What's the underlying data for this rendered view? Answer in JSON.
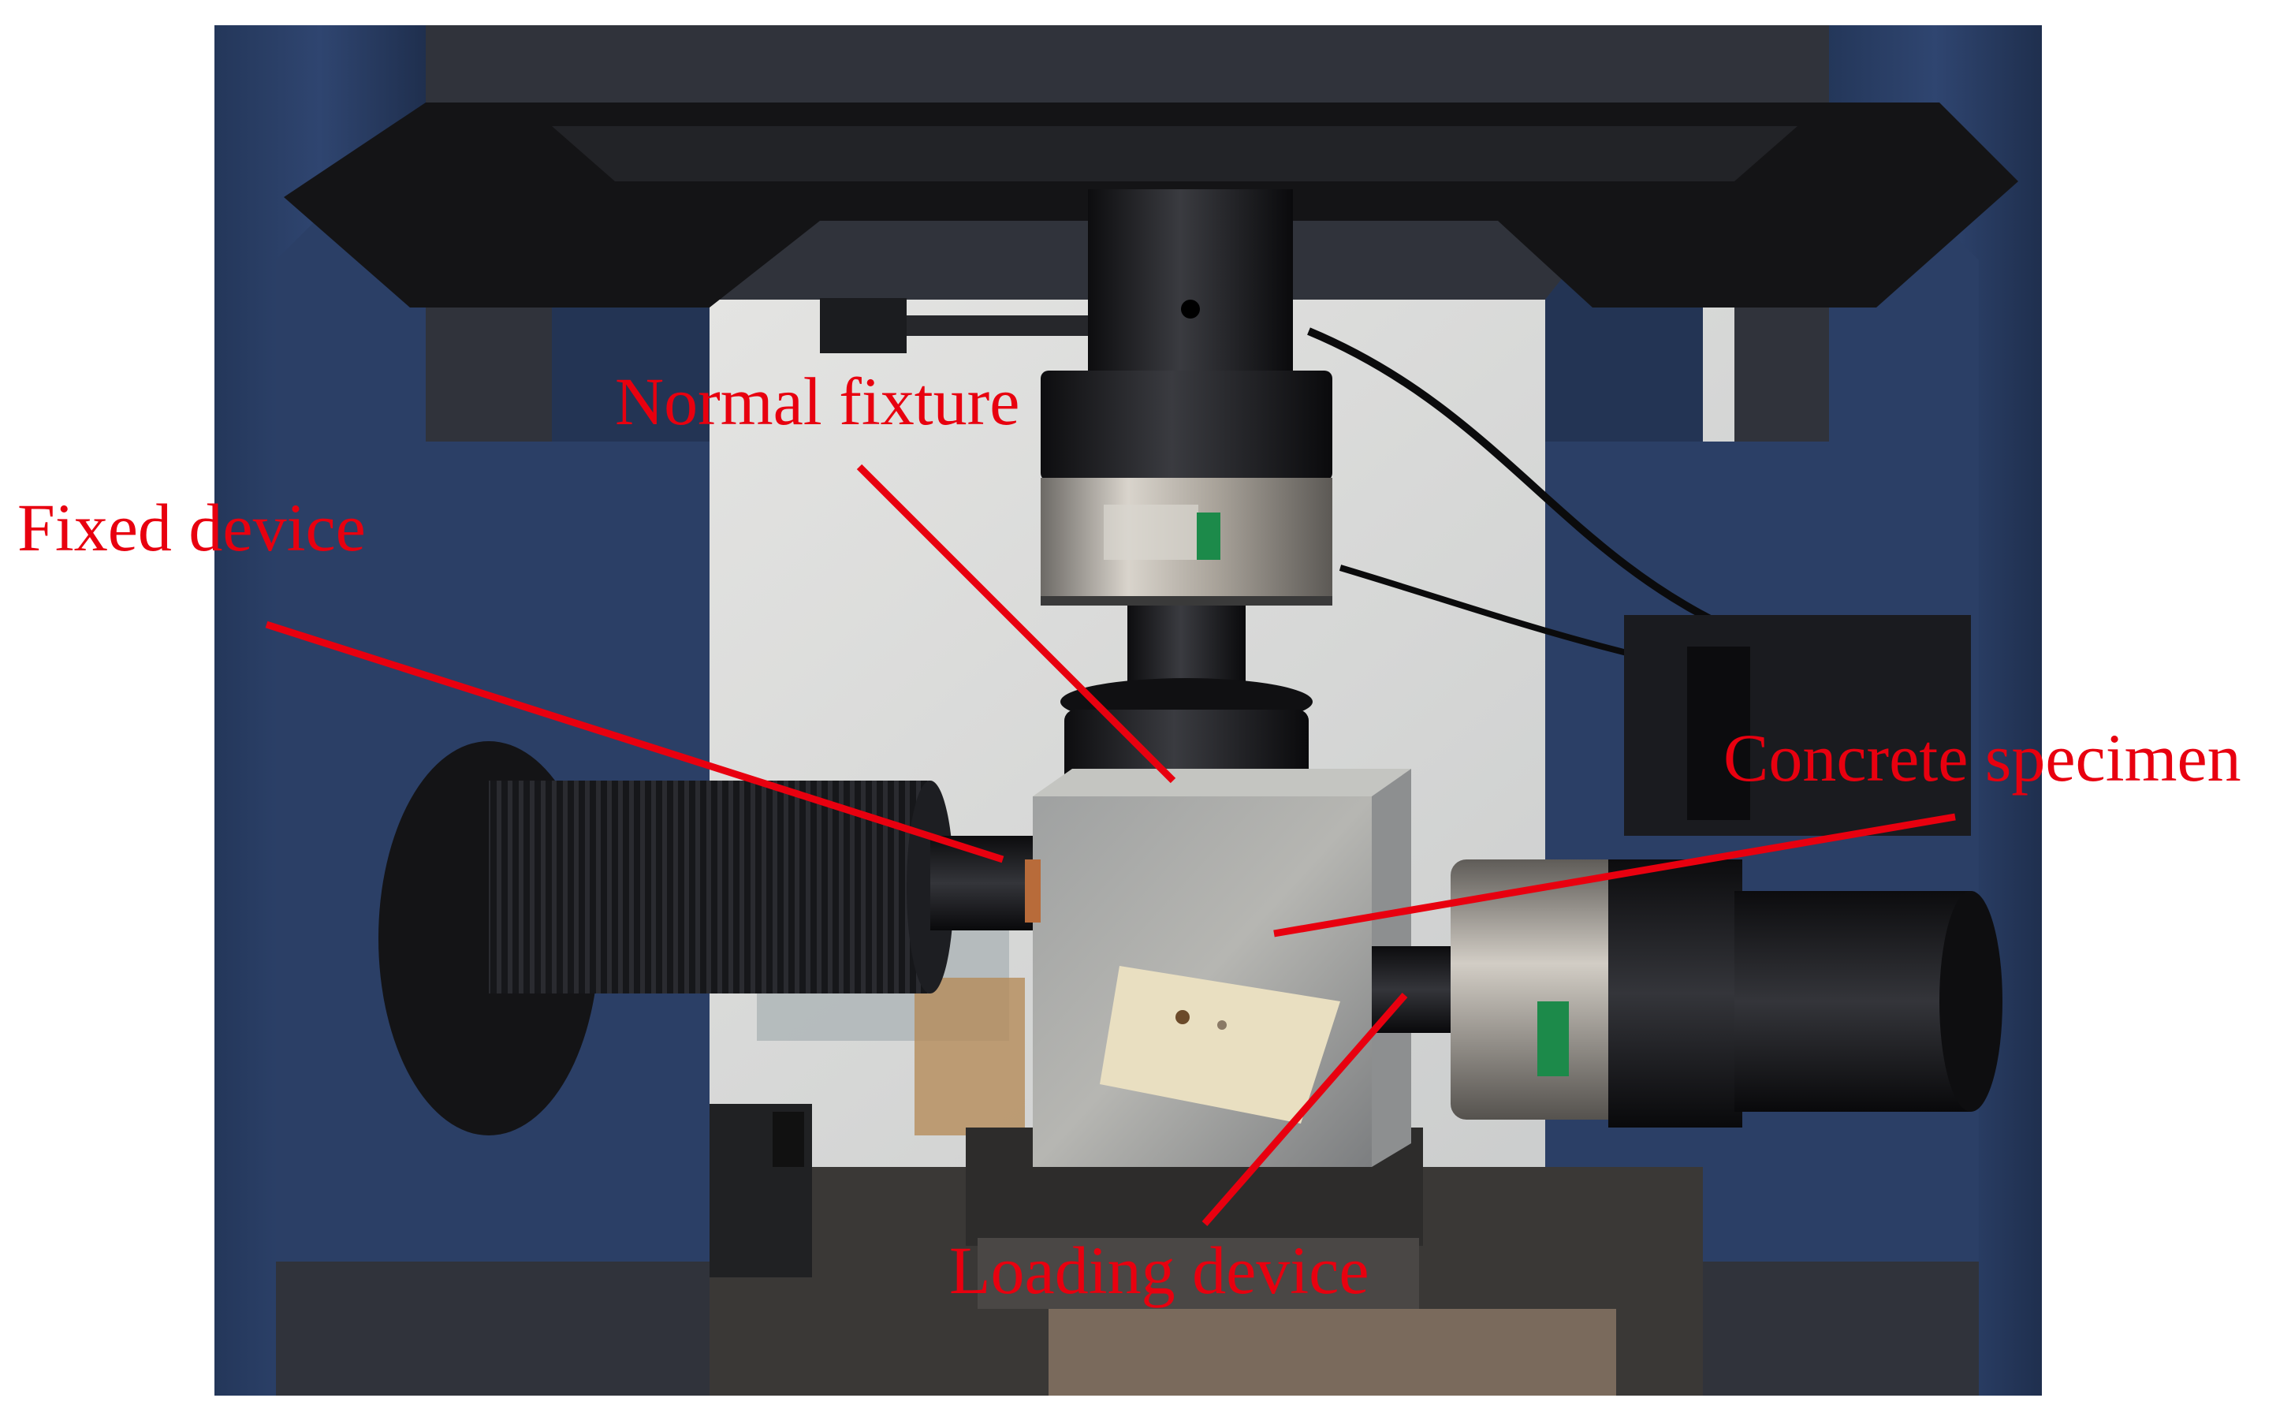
{
  "figure": {
    "callouts": [
      {
        "id": "normal",
        "text": "Normal fixture"
      },
      {
        "id": "fixed",
        "text": "Fixed device"
      },
      {
        "id": "concrete",
        "text": "Concrete specimen"
      },
      {
        "id": "loading",
        "text": "Loading device"
      }
    ],
    "annotation_color": "#e8000f"
  }
}
